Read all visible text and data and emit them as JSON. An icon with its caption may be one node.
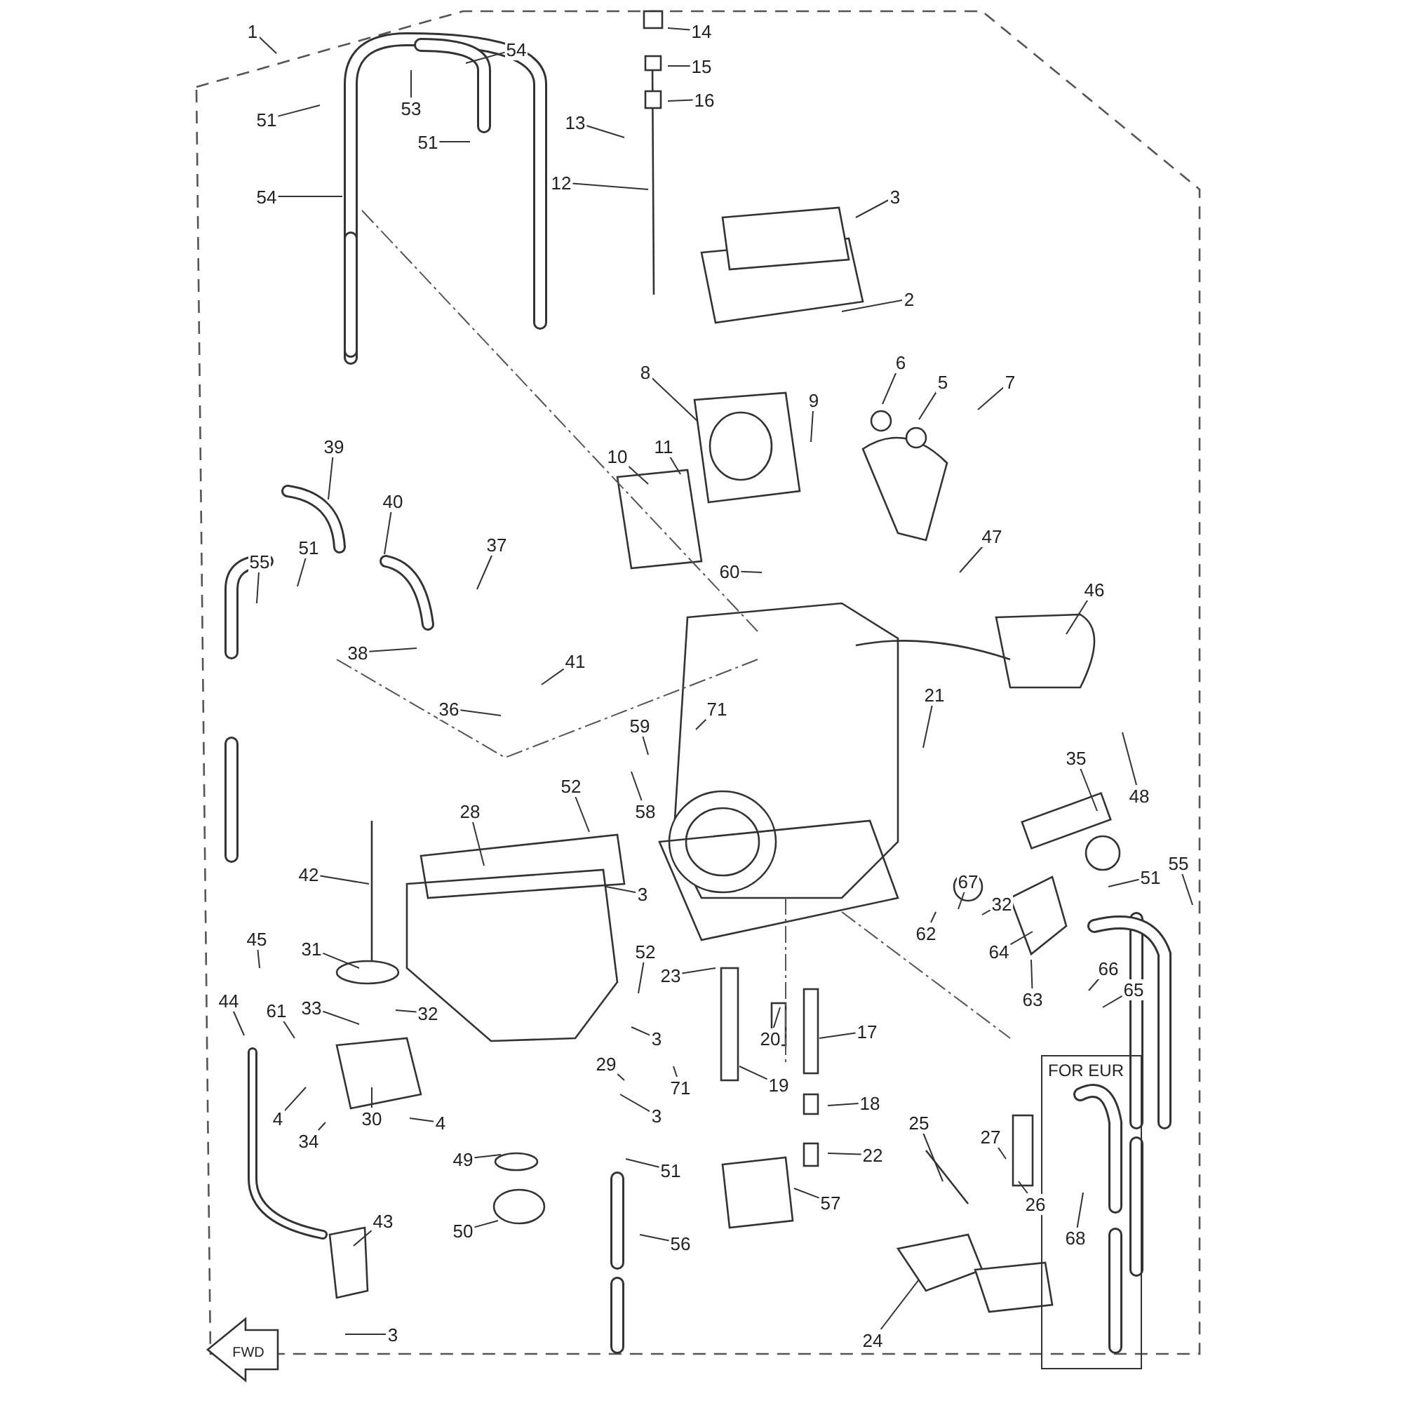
{
  "diagram": {
    "nodes": [
      {
        "text": [
          "1"
        ]
      },
      {
        "text": [
          "51"
        ]
      },
      {
        "text": [
          "53"
        ]
      },
      {
        "text": [
          "54"
        ]
      },
      {
        "text": [
          "51"
        ]
      },
      {
        "text": [
          "54"
        ]
      },
      {
        "text": [
          "13"
        ]
      },
      {
        "text": [
          "14"
        ]
      },
      {
        "text": [
          "15"
        ]
      },
      {
        "text": [
          "16"
        ]
      },
      {
        "text": [
          "12"
        ]
      },
      {
        "text": [
          "3"
        ]
      },
      {
        "text": [
          "2"
        ]
      },
      {
        "text": [
          "8"
        ]
      },
      {
        "text": [
          "9"
        ]
      },
      {
        "text": [
          "6"
        ]
      },
      {
        "text": [
          "5"
        ]
      },
      {
        "text": [
          "7"
        ]
      },
      {
        "text": [
          "39"
        ]
      },
      {
        "text": [
          "11"
        ]
      },
      {
        "text": [
          "10"
        ]
      },
      {
        "text": [
          "40"
        ]
      },
      {
        "text": [
          "47"
        ]
      },
      {
        "text": [
          "51"
        ]
      },
      {
        "text": [
          "37"
        ]
      },
      {
        "text": [
          "55"
        ]
      },
      {
        "text": [
          "60"
        ]
      },
      {
        "text": [
          "46"
        ]
      },
      {
        "text": [
          "38"
        ]
      },
      {
        "text": [
          "41"
        ]
      },
      {
        "text": [
          "21"
        ]
      },
      {
        "text": [
          "71"
        ]
      },
      {
        "text": [
          "36"
        ]
      },
      {
        "text": [
          "59"
        ]
      },
      {
        "text": [
          "35"
        ]
      },
      {
        "text": [
          "52"
        ]
      },
      {
        "text": [
          "48"
        ]
      },
      {
        "text": [
          "28"
        ]
      },
      {
        "text": [
          "58"
        ]
      },
      {
        "text": [
          "42"
        ]
      },
      {
        "text": [
          "55"
        ]
      },
      {
        "text": [
          "51"
        ]
      },
      {
        "text": [
          "67"
        ]
      },
      {
        "text": [
          "3"
        ]
      },
      {
        "text": [
          "62"
        ]
      },
      {
        "text": [
          "32"
        ]
      },
      {
        "text": [
          "64"
        ]
      },
      {
        "text": [
          "45"
        ]
      },
      {
        "text": [
          "52"
        ]
      },
      {
        "text": [
          "31"
        ]
      },
      {
        "text": [
          "23"
        ]
      },
      {
        "text": [
          "63"
        ]
      },
      {
        "text": [
          "66"
        ]
      },
      {
        "text": [
          "65"
        ]
      },
      {
        "text": [
          "44"
        ]
      },
      {
        "text": [
          "33"
        ]
      },
      {
        "text": [
          "32"
        ]
      },
      {
        "text": [
          "61"
        ]
      },
      {
        "text": [
          "17"
        ]
      },
      {
        "text": [
          "20"
        ]
      },
      {
        "text": [
          "3"
        ]
      },
      {
        "text": [
          "29"
        ]
      },
      {
        "text": [
          "19"
        ]
      },
      {
        "text": [
          "71"
        ]
      },
      {
        "text": [
          "18"
        ]
      },
      {
        "text": [
          "3"
        ]
      },
      {
        "text": [
          "4"
        ]
      },
      {
        "text": [
          "30"
        ]
      },
      {
        "text": [
          "4"
        ]
      },
      {
        "text": [
          "34"
        ]
      },
      {
        "text": [
          "25"
        ]
      },
      {
        "text": [
          "27"
        ]
      },
      {
        "text": [
          "FOR EUR"
        ]
      },
      {
        "text": [
          "68"
        ],
        "in": 72
      },
      {
        "text": [
          "22"
        ]
      },
      {
        "text": [
          "49"
        ]
      },
      {
        "text": [
          "51"
        ]
      },
      {
        "text": [
          "57"
        ]
      },
      {
        "text": [
          "26"
        ]
      },
      {
        "text": [
          "43"
        ]
      },
      {
        "text": [
          "50"
        ]
      },
      {
        "text": [
          "56"
        ]
      },
      {
        "text": [
          "24"
        ]
      },
      {
        "text": [
          "3"
        ]
      }
    ],
    "edges": [
      {
        "from": 0,
        "to": null,
        "arrow": "none"
      },
      {
        "from": 1,
        "to": null,
        "arrow": "none"
      },
      {
        "from": 2,
        "to": null,
        "arrow": "none"
      },
      {
        "from": 3,
        "to": null,
        "arrow": "none"
      },
      {
        "from": 4,
        "to": null,
        "arrow": "none"
      },
      {
        "from": 5,
        "to": null,
        "arrow": "none"
      },
      {
        "from": 6,
        "to": null,
        "arrow": "none"
      },
      {
        "from": 7,
        "to": null,
        "arrow": "none"
      },
      {
        "from": 8,
        "to": null,
        "arrow": "none"
      },
      {
        "from": 9,
        "to": null,
        "arrow": "none"
      },
      {
        "from": 10,
        "to": null,
        "arrow": "none"
      },
      {
        "from": 11,
        "to": null,
        "arrow": "none"
      },
      {
        "from": 12,
        "to": null,
        "arrow": "none"
      },
      {
        "from": 13,
        "to": null,
        "arrow": "none"
      },
      {
        "from": 14,
        "to": null,
        "arrow": "none"
      },
      {
        "from": 15,
        "to": null,
        "arrow": "none"
      },
      {
        "from": 16,
        "to": null,
        "arrow": "none"
      },
      {
        "from": 17,
        "to": null,
        "arrow": "none"
      },
      {
        "from": 18,
        "to": null,
        "arrow": "none"
      },
      {
        "from": 19,
        "to": null,
        "arrow": "none"
      },
      {
        "from": 20,
        "to": null,
        "arrow": "none"
      },
      {
        "from": 21,
        "to": null,
        "arrow": "none"
      },
      {
        "from": 22,
        "to": null,
        "arrow": "none"
      },
      {
        "from": 23,
        "to": null,
        "arrow": "none"
      },
      {
        "from": 24,
        "to": null,
        "arrow": "none"
      },
      {
        "from": 25,
        "to": null,
        "arrow": "none"
      },
      {
        "from": 26,
        "to": null,
        "arrow": "none"
      },
      {
        "from": 27,
        "to": null,
        "arrow": "none"
      },
      {
        "from": 28,
        "to": null,
        "arrow": "none"
      },
      {
        "from": 29,
        "to": null,
        "arrow": "none"
      },
      {
        "from": 30,
        "to": null,
        "arrow": "none"
      },
      {
        "from": 31,
        "to": null,
        "arrow": "none"
      },
      {
        "from": 32,
        "to": null,
        "arrow": "none"
      },
      {
        "from": 33,
        "to": null,
        "arrow": "none"
      },
      {
        "from": 34,
        "to": null,
        "arrow": "none"
      },
      {
        "from": 35,
        "to": null,
        "arrow": "none"
      },
      {
        "from": 36,
        "to": null,
        "arrow": "none"
      },
      {
        "from": 37,
        "to": null,
        "arrow": "none"
      },
      {
        "from": 38,
        "to": null,
        "arrow": "none"
      },
      {
        "from": 39,
        "to": null,
        "arrow": "none"
      },
      {
        "from": 40,
        "to": null,
        "arrow": "none"
      },
      {
        "from": 41,
        "to": null,
        "arrow": "none"
      },
      {
        "from": 42,
        "to": null,
        "arrow": "none"
      },
      {
        "from": 43,
        "to": null,
        "arrow": "none"
      },
      {
        "from": 44,
        "to": null,
        "arrow": "none"
      },
      {
        "from": 45,
        "to": null,
        "arrow": "none"
      },
      {
        "from": 46,
        "to": null,
        "arrow": "none"
      },
      {
        "from": 47,
        "to": null,
        "arrow": "none"
      },
      {
        "from": 48,
        "to": null,
        "arrow": "none"
      },
      {
        "from": 49,
        "to": null,
        "arrow": "none"
      },
      {
        "from": 50,
        "to": null,
        "arrow": "none"
      },
      {
        "from": 51,
        "to": null,
        "arrow": "none"
      },
      {
        "from": 52,
        "to": null,
        "arrow": "none"
      },
      {
        "from": 53,
        "to": null,
        "arrow": "none"
      },
      {
        "from": 54,
        "to": null,
        "arrow": "none"
      },
      {
        "from": 55,
        "to": null,
        "arrow": "none"
      },
      {
        "from": 56,
        "to": null,
        "arrow": "none"
      },
      {
        "from": 57,
        "to": null,
        "arrow": "none"
      },
      {
        "from": 58,
        "to": null,
        "arrow": "none"
      },
      {
        "from": 59,
        "to": null,
        "arrow": "none"
      },
      {
        "from": 60,
        "to": null,
        "arrow": "none"
      },
      {
        "from": 61,
        "to": null,
        "arrow": "none"
      },
      {
        "from": 62,
        "to": null,
        "arrow": "none"
      },
      {
        "from": 63,
        "to": null,
        "arrow": "none"
      },
      {
        "from": 64,
        "to": null,
        "arrow": "none"
      },
      {
        "from": 65,
        "to": null,
        "arrow": "none"
      },
      {
        "from": 66,
        "to": null,
        "arrow": "none"
      },
      {
        "from": 67,
        "to": null,
        "arrow": "none"
      },
      {
        "from": 68,
        "to": null,
        "arrow": "none"
      },
      {
        "from": 69,
        "to": null,
        "arrow": "none"
      },
      {
        "from": 70,
        "to": null,
        "arrow": "none"
      },
      {
        "from": 71,
        "to": null,
        "arrow": "none"
      },
      {
        "from": 73,
        "to": null,
        "arrow": "none"
      },
      {
        "from": 74,
        "to": null,
        "arrow": "none"
      },
      {
        "from": 75,
        "to": null,
        "arrow": "none"
      },
      {
        "from": 76,
        "to": null,
        "arrow": "none"
      },
      {
        "from": 77,
        "to": null,
        "arrow": "none"
      },
      {
        "from": 78,
        "to": null,
        "arrow": "none"
      },
      {
        "from": 79,
        "to": null,
        "arrow": "none"
      },
      {
        "from": 80,
        "to": null,
        "arrow": "none"
      },
      {
        "from": 81,
        "to": null,
        "arrow": "none"
      },
      {
        "from": 82,
        "to": null,
        "arrow": "none"
      },
      {
        "from": 83,
        "to": null,
        "arrow": "none"
      }
    ],
    "labels": [
      "FWD"
    ]
  }
}
